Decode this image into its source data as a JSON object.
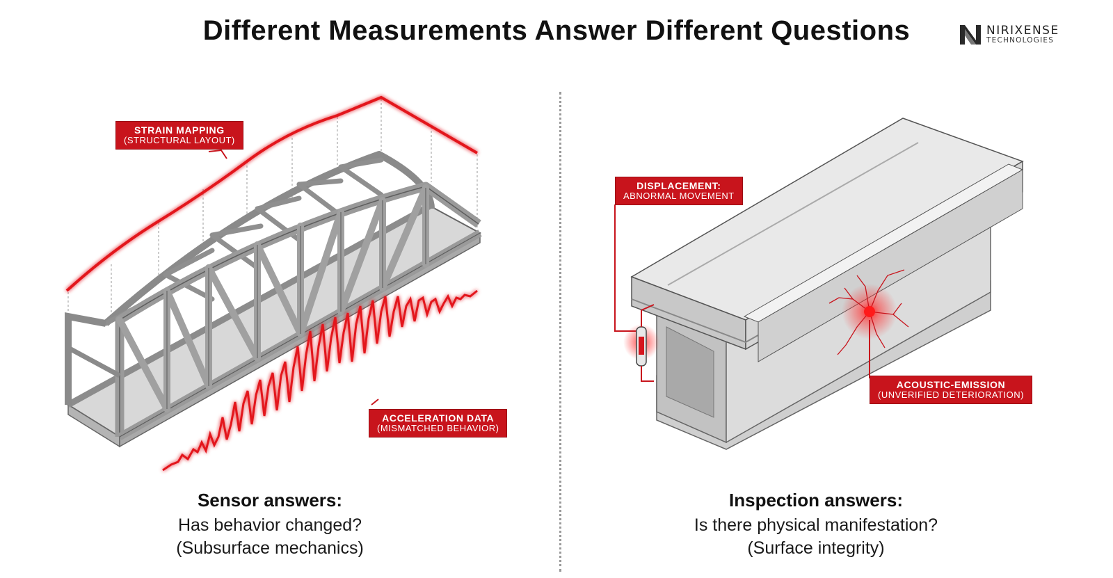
{
  "header": {
    "title": "Different Measurements Answer Different Questions",
    "brand_name": "NIRIXENSE",
    "brand_sub": "TECHNOLOGIES"
  },
  "left": {
    "tag_strain": {
      "line1": "STRAIN MAPPING",
      "line2": "(STRUCTURAL LAYOUT)"
    },
    "tag_accel": {
      "line1": "ACCELERATION DATA",
      "line2": "(MISMATCHED BEHAVIOR)"
    },
    "caption": {
      "heading": "Sensor answers:",
      "line1": "Has behavior changed?",
      "line2": "(Subsurface mechanics)"
    }
  },
  "right": {
    "tag_displacement": {
      "line1": "DISPLACEMENT:",
      "line2": "ABNORMAL MOVEMENT"
    },
    "tag_acoustic": {
      "line1": "ACOUSTIC-EMISSION",
      "line2": "(UNVERIFIED DETERIORATION)"
    },
    "caption": {
      "heading": "Inspection answers:",
      "line1": "Is there physical manifestation?",
      "line2": "(Surface integrity)"
    }
  },
  "colors": {
    "accent_red": "#c8141c",
    "structure_gray": "#9c9c9c",
    "divider_gray": "#9a9a9a"
  },
  "icons": [
    "truss-bridge-illustration",
    "strain-curve",
    "acceleration-waveform",
    "concrete-beam-illustration",
    "displacement-sensor-icon",
    "crack-glow-icon",
    "nirixense-logo-icon"
  ]
}
